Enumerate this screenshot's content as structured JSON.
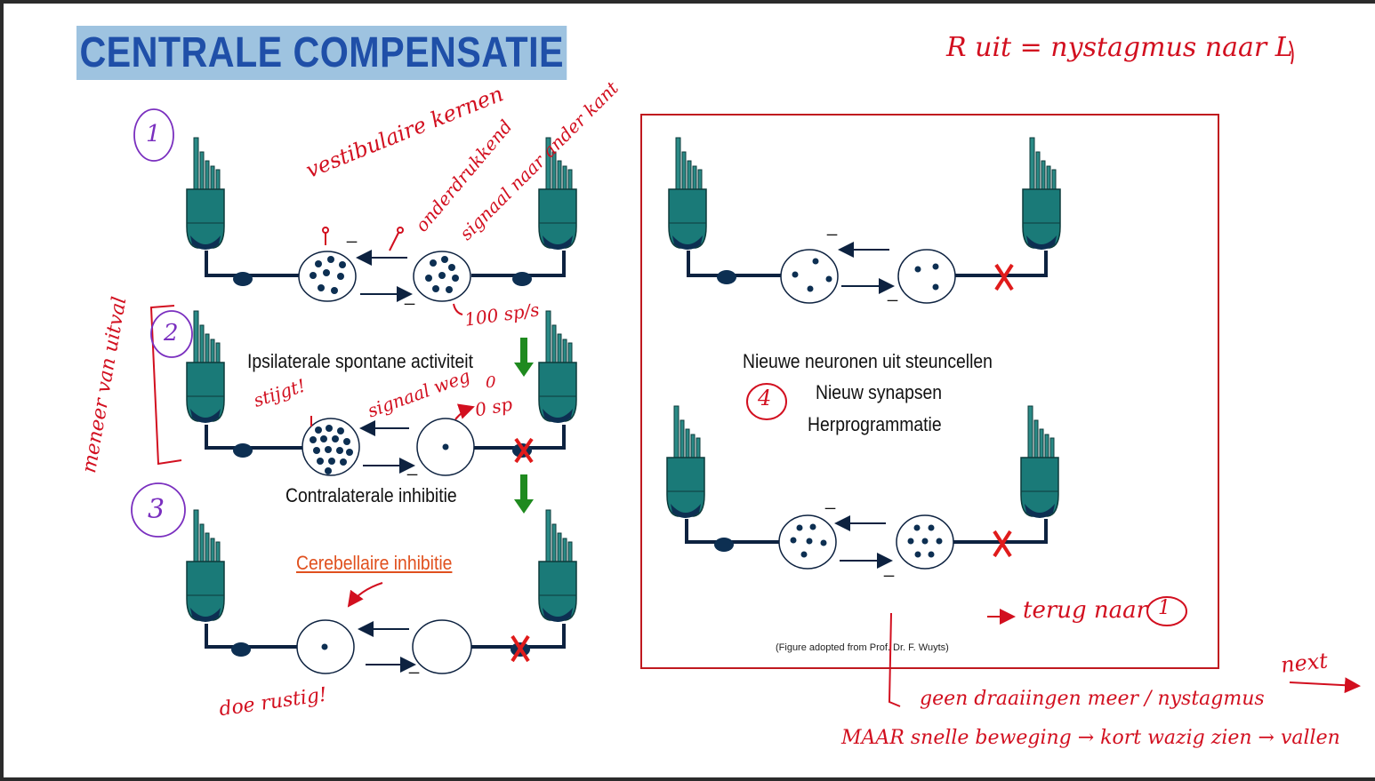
{
  "title": "CENTRALE COMPENSATIE",
  "labels": {
    "ipsilateral": "Ipsilaterale spontane activiteit",
    "contralateral": "Contralaterale inhibitie",
    "cerebellar": "Cerebellaire inhibitie",
    "new_neurons": "Nieuwe neuronen uit steuncellen",
    "new_synapses": "Nieuw synapsen",
    "reprogramming": "Herprogrammatie",
    "caption": "(Figure adopted from Prof. Dr. F. Wuyts)",
    "minus": "_"
  },
  "annotations": {
    "top_right": "R uit = nystagmus naar L",
    "step1": "1",
    "step2": "2",
    "step3": "3",
    "step4": "4",
    "vest_kernen": "vestibulaire kernen",
    "onderdrukt": "onderdrukkend",
    "signaal_ander": "signaal naar ander kant",
    "rate": "100 sp/s",
    "stijgt": "stijgt!",
    "signaal_weg": "signaal weg",
    "zero": "0",
    "zero_sp": "0 sp",
    "rustig": "doe rustig!",
    "side_note": "meneer van uitval",
    "terug": "terug naar",
    "next": "next",
    "geen": "geen draaiingen meer / nystagmus",
    "maar": "MAAR snelle beweging → kort wazig zien → vallen"
  },
  "colors": {
    "title_text": "#1f4fa8",
    "title_bg": "#9ec3e0",
    "labyrinth": "#1a6f6f",
    "nerve": "#0d2240",
    "handwriting": "#d20f1f",
    "step_circle": "#7a2fbf",
    "arrow_green": "#1f8a1f",
    "box_border": "#c0191f"
  }
}
